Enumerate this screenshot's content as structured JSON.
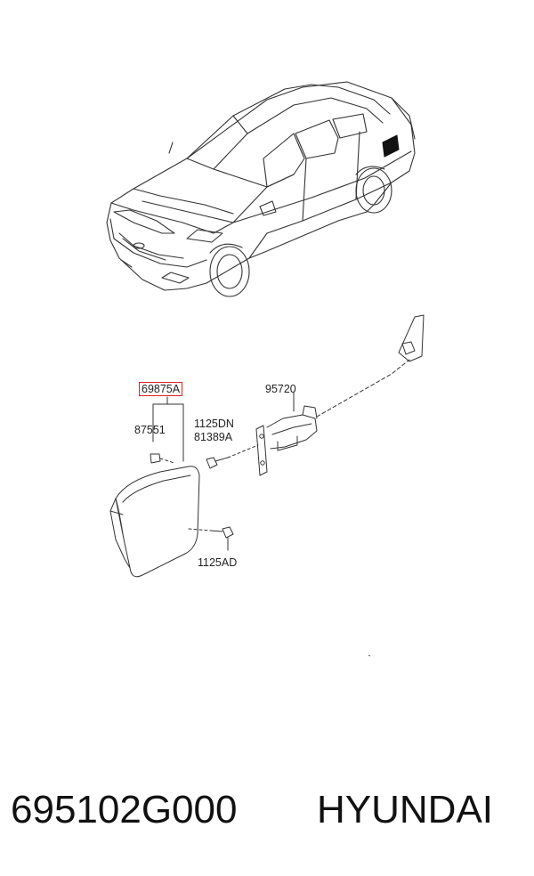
{
  "labels": {
    "fuel_door_assy": "69875A",
    "bumper": "87551",
    "bolt_upper_a": "1125DN",
    "bolt_upper_b": "81389A",
    "actuator": "95720",
    "bolt_lower": "1125AD"
  },
  "footer": {
    "part_number": "695102G000",
    "brand": "HYUNDAI"
  },
  "colors": {
    "highlight": "#e02020",
    "line": "#333333"
  }
}
